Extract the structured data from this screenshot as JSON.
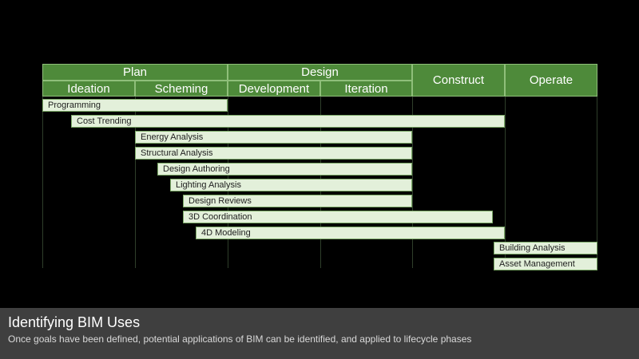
{
  "headers": {
    "plan": "Plan",
    "design": "Design",
    "construct": "Construct",
    "operate": "Operate",
    "ideation": "Ideation",
    "scheming": "Scheming",
    "development": "Development",
    "iteration": "Iteration"
  },
  "bars": [
    {
      "label": "Programming"
    },
    {
      "label": "Cost Trending"
    },
    {
      "label": "Energy Analysis"
    },
    {
      "label": "Structural Analysis"
    },
    {
      "label": "Design Authoring"
    },
    {
      "label": "Lighting Analysis"
    },
    {
      "label": "Design Reviews"
    },
    {
      "label": "3D Coordination"
    },
    {
      "label": "4D Modeling"
    },
    {
      "label": "Building Analysis"
    },
    {
      "label": "Asset Management"
    }
  ],
  "footer": {
    "title": "Identifying BIM Uses",
    "subtitle": "Once goals have been defined, potential applications of BIM can be identified, and applied to lifecycle phases"
  },
  "colors": {
    "header_fill": "#4e8a3a",
    "bar_fill": "#e3f0da",
    "footer_fill": "#3f3f3f"
  }
}
